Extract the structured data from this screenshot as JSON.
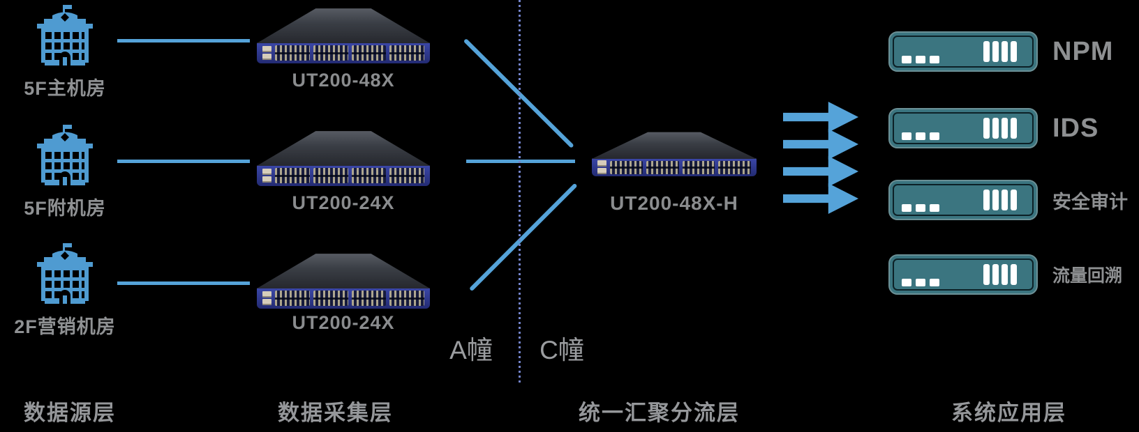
{
  "diagram": {
    "sources": [
      {
        "label": "5F主机房"
      },
      {
        "label": "5F附机房"
      },
      {
        "label": "2F营销机房"
      }
    ],
    "collectors": [
      {
        "model": "UT200-48X"
      },
      {
        "model": "UT200-24X"
      },
      {
        "model": "UT200-24X"
      }
    ],
    "aggregator": {
      "model": "UT200-48X-H"
    },
    "applications": [
      {
        "label": "NPM"
      },
      {
        "label": "IDS"
      },
      {
        "label": "安全审计"
      },
      {
        "label": "流量回溯"
      }
    ],
    "zones": {
      "left": "A幢",
      "right": "C幢"
    },
    "layers": [
      {
        "label": "数据源层"
      },
      {
        "label": "数据采集层"
      },
      {
        "label": "统一汇聚分流层"
      },
      {
        "label": "系统应用层"
      }
    ],
    "colors": {
      "accent_blue": "#55A3D9",
      "building_blue": "#4F9BD1",
      "server_teal": "#3B7580",
      "switch_navy": "#2A3590",
      "divider_periwinkle": "#7484CC",
      "label_gray": "#8F9193",
      "background": "#000000"
    }
  }
}
